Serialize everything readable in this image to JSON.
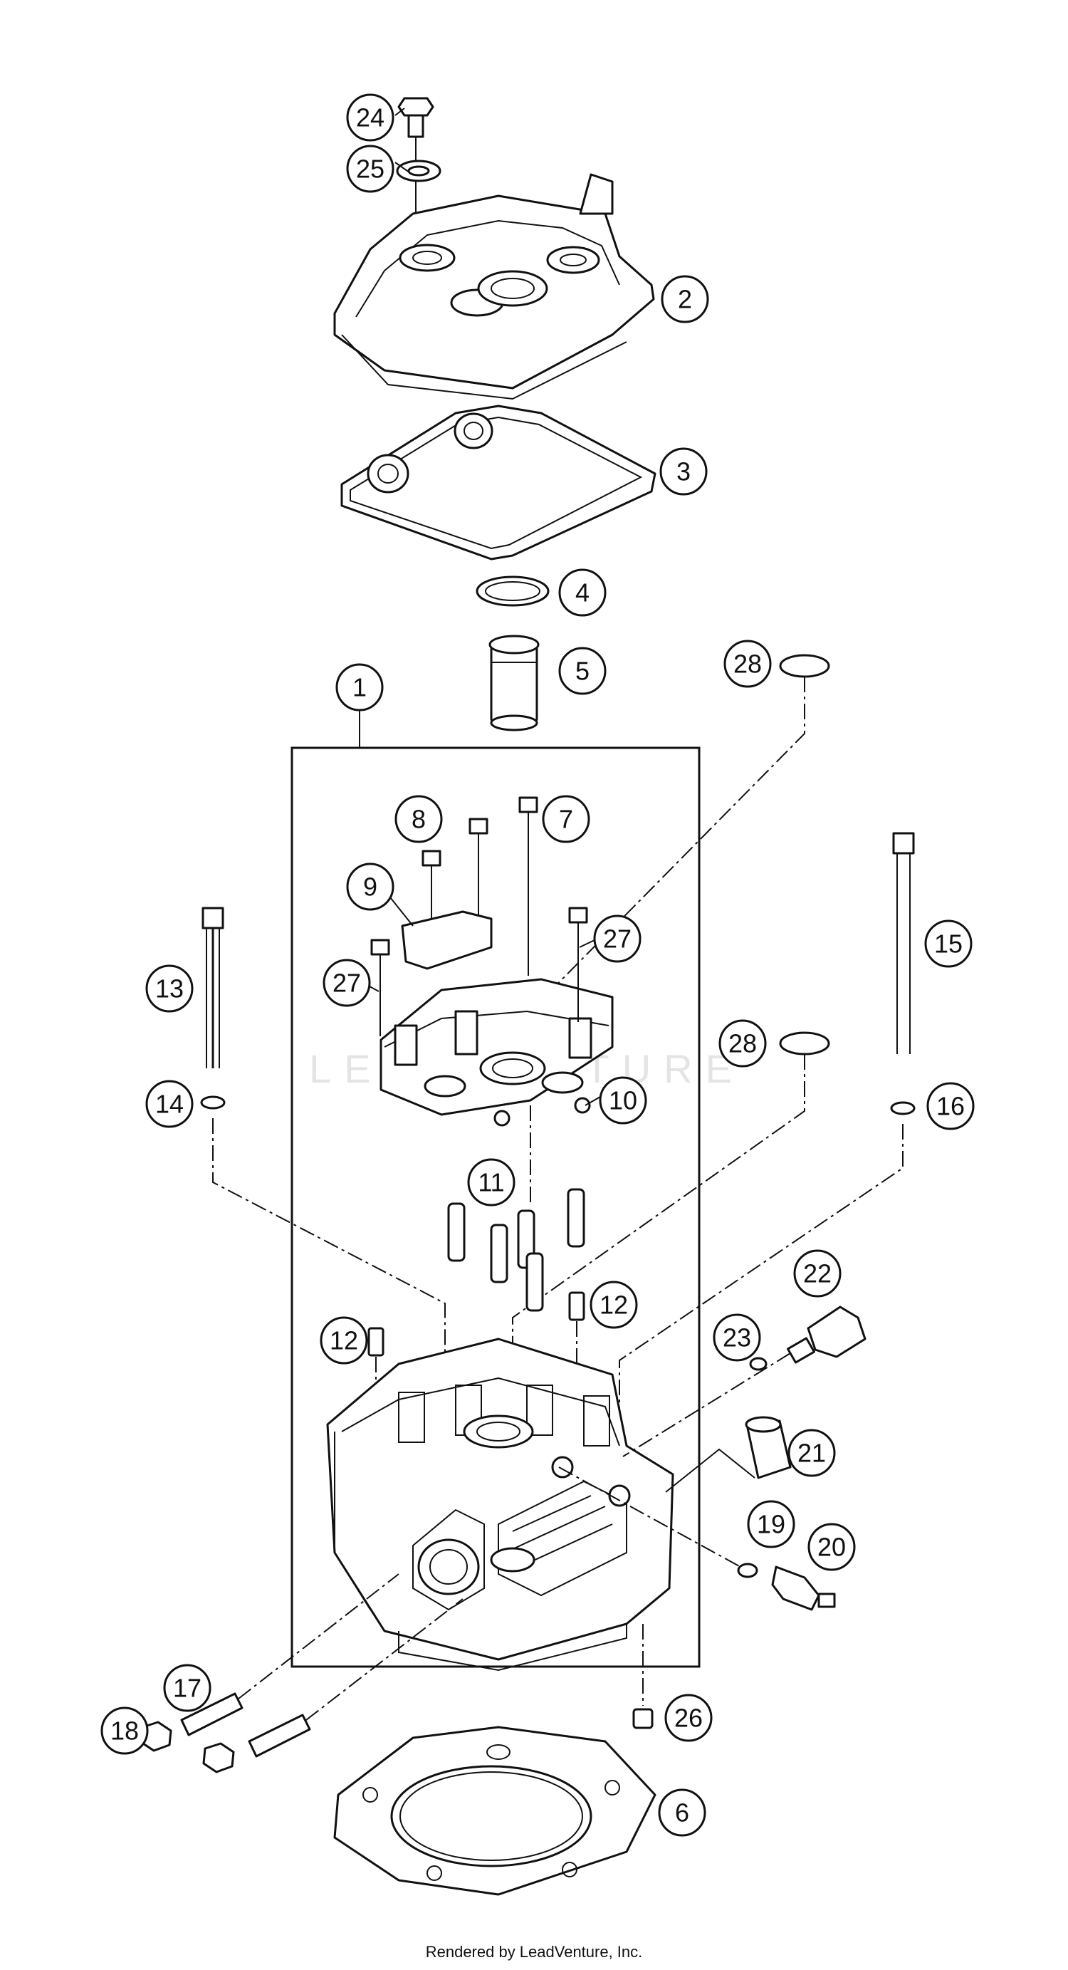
{
  "diagram": {
    "watermark": "LEADVENTURE",
    "footer": "Rendered by LeadVenture, Inc.",
    "callouts": [
      "1",
      "2",
      "3",
      "4",
      "5",
      "6",
      "7",
      "8",
      "9",
      "10",
      "11",
      "12",
      "12",
      "13",
      "14",
      "15",
      "16",
      "17",
      "18",
      "19",
      "20",
      "21",
      "22",
      "23",
      "24",
      "25",
      "26",
      "27",
      "27",
      "28",
      "28"
    ]
  }
}
